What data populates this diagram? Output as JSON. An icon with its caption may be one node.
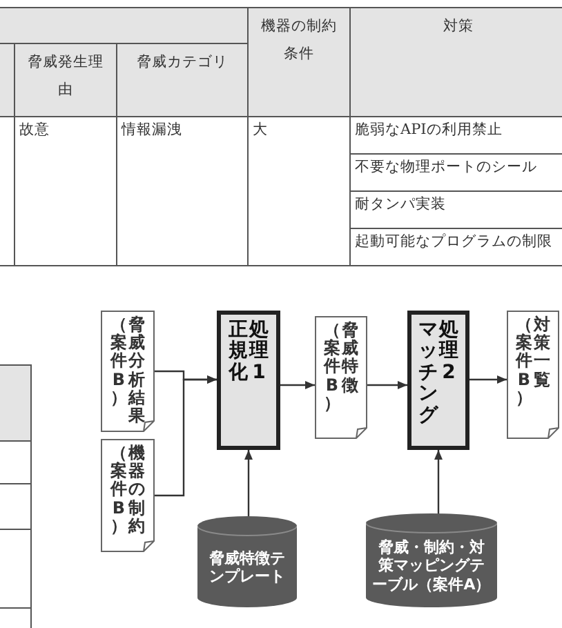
{
  "diagram": {
    "nodes": [
      {
        "text": [
          "（案件B）",
          "脅威分析結果"
        ]
      },
      {
        "text": [
          "（案件B）",
          "機器の制約"
        ]
      },
      {
        "text": [
          "正規化",
          "処理1"
        ]
      },
      {
        "text": [
          "（案件B）",
          "脅威特徴"
        ]
      },
      {
        "text": [
          "マッチング",
          "処理2"
        ]
      },
      {
        "text": [
          "（案件B）",
          "対策一覧"
        ]
      },
      {
        "text": [
          "脅威特徴テンプレート"
        ]
      },
      {
        "text": [
          "脅威・制約・対策マッピングテーブル（案件A）"
        ]
      }
    ],
    "edges": [
      {
        "from": 0,
        "to": 2,
        "arrow": "to"
      },
      {
        "from": 1,
        "to": 2,
        "arrow": "to"
      },
      {
        "from": 2,
        "to": 3,
        "arrow": "to"
      },
      {
        "from": 3,
        "to": 4,
        "arrow": "to"
      },
      {
        "from": 4,
        "to": 5,
        "arrow": "to"
      },
      {
        "from": 6,
        "to": 2,
        "arrow": "to"
      },
      {
        "from": 7,
        "to": 4,
        "arrow": "to"
      }
    ],
    "labels": [
      "機器の制約条件",
      "対策",
      "脅威発生理由",
      "脅威カテゴリ",
      "故意",
      "情報漏洩",
      "大",
      "脆弱なAPIの利用禁止",
      "不要な物理ポートのシール",
      "耐タンパ実装",
      "起動可能なプログラムの制限"
    ]
  }
}
